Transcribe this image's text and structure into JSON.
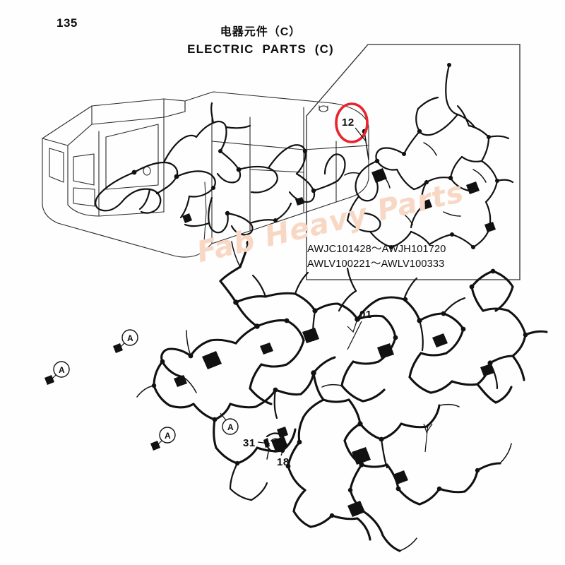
{
  "document": {
    "page_number": "135",
    "title_cn": "电器元件（C）",
    "title_en": "ELECTRIC  PARTS  (C)"
  },
  "inset": {
    "serial_range_1": "AWJC101428～AWJH101720",
    "serial_range_2": "AWLV100221～AWLV100333",
    "highlight_callout": "12",
    "highlight_color": "#e8242c"
  },
  "main": {
    "callouts": [
      {
        "id": "01",
        "label": "01"
      },
      {
        "id": "31",
        "label": "31"
      },
      {
        "id": "18",
        "label": "18"
      }
    ],
    "reference_markers": [
      {
        "id": "a1",
        "label": "A"
      },
      {
        "id": "a2",
        "label": "A"
      },
      {
        "id": "a3",
        "label": "A"
      },
      {
        "id": "a4",
        "label": "A"
      }
    ]
  },
  "watermark": {
    "text": "Fab Heavy Parts",
    "color": "#f8d8c4"
  },
  "colors": {
    "ink": "#0d0d0d",
    "paper": "#fefefe",
    "highlight": "#e8242c",
    "watermark": "#f8d8c4"
  }
}
